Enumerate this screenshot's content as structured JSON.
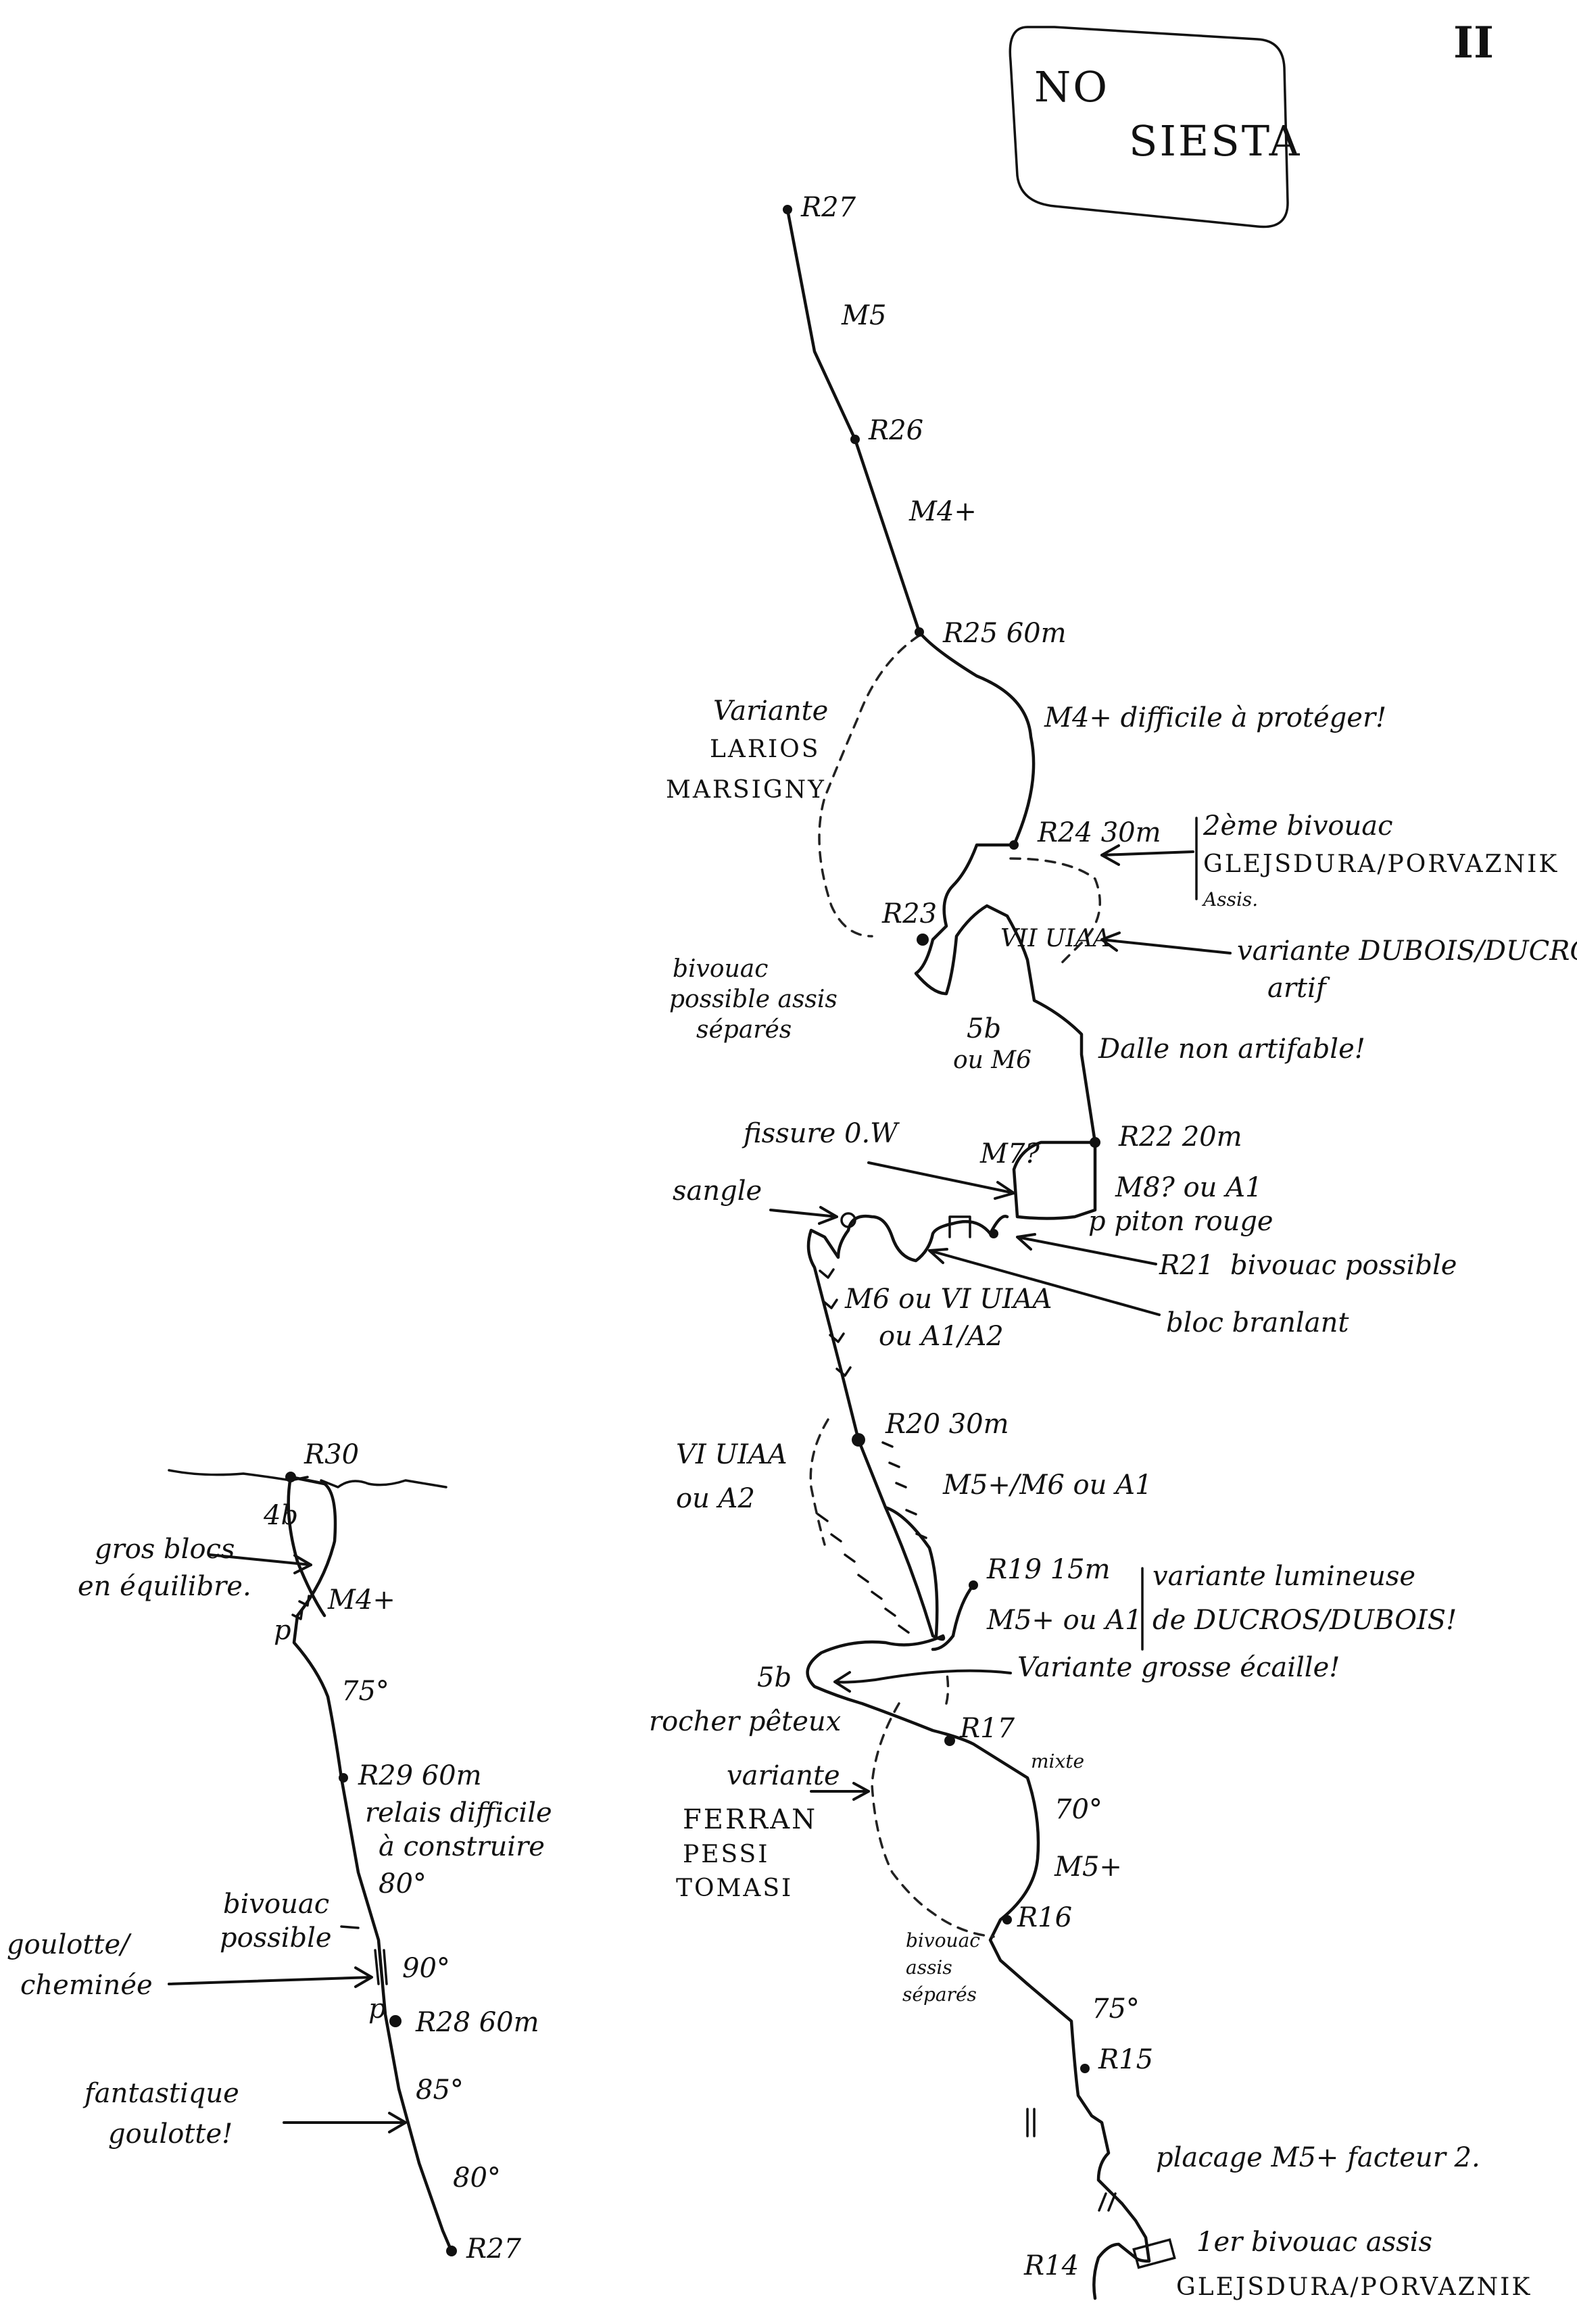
{
  "sheet_number": "II",
  "title": {
    "line1": "NO",
    "line2": "SIESTA"
  },
  "main_route": {
    "stations": {
      "r27": "R27",
      "r26": "R26",
      "r25": "R25 60m",
      "r24": "R24 30m",
      "r23": "R23",
      "r22": "R22 20m",
      "r21": "R21",
      "r20": "R20 30m",
      "r19": "R19 15m",
      "r17": "R17",
      "r16": "R16",
      "r15": "R15",
      "r14": "R14"
    },
    "grades": {
      "m5": "M5",
      "m4p_upper": "M4+",
      "m4p_hard": "M4+ difficile à protéger!",
      "vii_uiaa": "VII UIAA",
      "g5b_m6": "5b",
      "g5b_m6_2": "ou M6",
      "dalle": "Dalle non artifable!",
      "m7": "M7?",
      "m8_a1": "M8? ou A1",
      "piton": "p piton rouge",
      "m6_vi_1": "M6 ou VI UIAA",
      "m6_vi_2": "ou A1/A2",
      "m5p_m6_a1": "M5+/M6 ou A1",
      "m5p_a1": "M5+ ou A1",
      "mixte": "mixte",
      "seventy": "70°",
      "m5p": "M5+",
      "seventyfive": "75°",
      "placage": "placage M5+ facteur 2."
    },
    "notes": {
      "larios_1": "Variante",
      "larios_2": "LARIOS",
      "larios_3": "MARSIGNY",
      "biv2_1": "2ème bivouac",
      "biv2_2": "GLEJSDURA/PORVAZNIK",
      "biv2_3": "Assis.",
      "biv_possible_1": "bivouac",
      "biv_possible_2": "possible assis",
      "biv_possible_3": "séparés",
      "dubois_1": "variante DUBOIS/DUCROS",
      "dubois_2": "artif",
      "fissure": "fissure 0.W",
      "sangle": "sangle",
      "r21_note": "bivouac possible",
      "bloc": "bloc branlant",
      "vi_a2_1": "VI UIAA",
      "vi_a2_2": "ou A2",
      "lumineuse_1": "variante lumineuse",
      "lumineuse_2": "de DUCROS/DUBOIS!",
      "ecaille": "Variante grosse écaille!",
      "rocher_1": "5b",
      "rocher_2": "rocher pêteux",
      "ferran_1": "variante",
      "ferran_2": "FERRAN",
      "ferran_3": "PESSI",
      "ferran_4": "TOMASI",
      "biv_r16_1": "bivouac",
      "biv_r16_2": "assis",
      "biv_r16_3": "séparés",
      "biv1_1": "1er bivouac assis",
      "biv1_2": "GLEJSDURA/PORVAZNIK"
    }
  },
  "left_route": {
    "r30": "R30",
    "r29_1": "R29 60m",
    "r29_2": "relais difficile",
    "r29_3": "à construire",
    "r28": "R28 60m",
    "r27": "R27",
    "g4b": "4b",
    "m4p": "M4+",
    "p": "p",
    "p2": "p",
    "d75": "75°",
    "d80": "80°",
    "d90": "90°",
    "d85": "85°",
    "d80b": "80°",
    "blocs_1": "gros blocs",
    "blocs_2": "en équilibre.",
    "biv_1": "bivouac",
    "biv_2": "possible",
    "goul_1": "goulotte/",
    "goul_2": "cheminée",
    "fant_1": "fantastique",
    "fant_2": "goulotte!"
  }
}
